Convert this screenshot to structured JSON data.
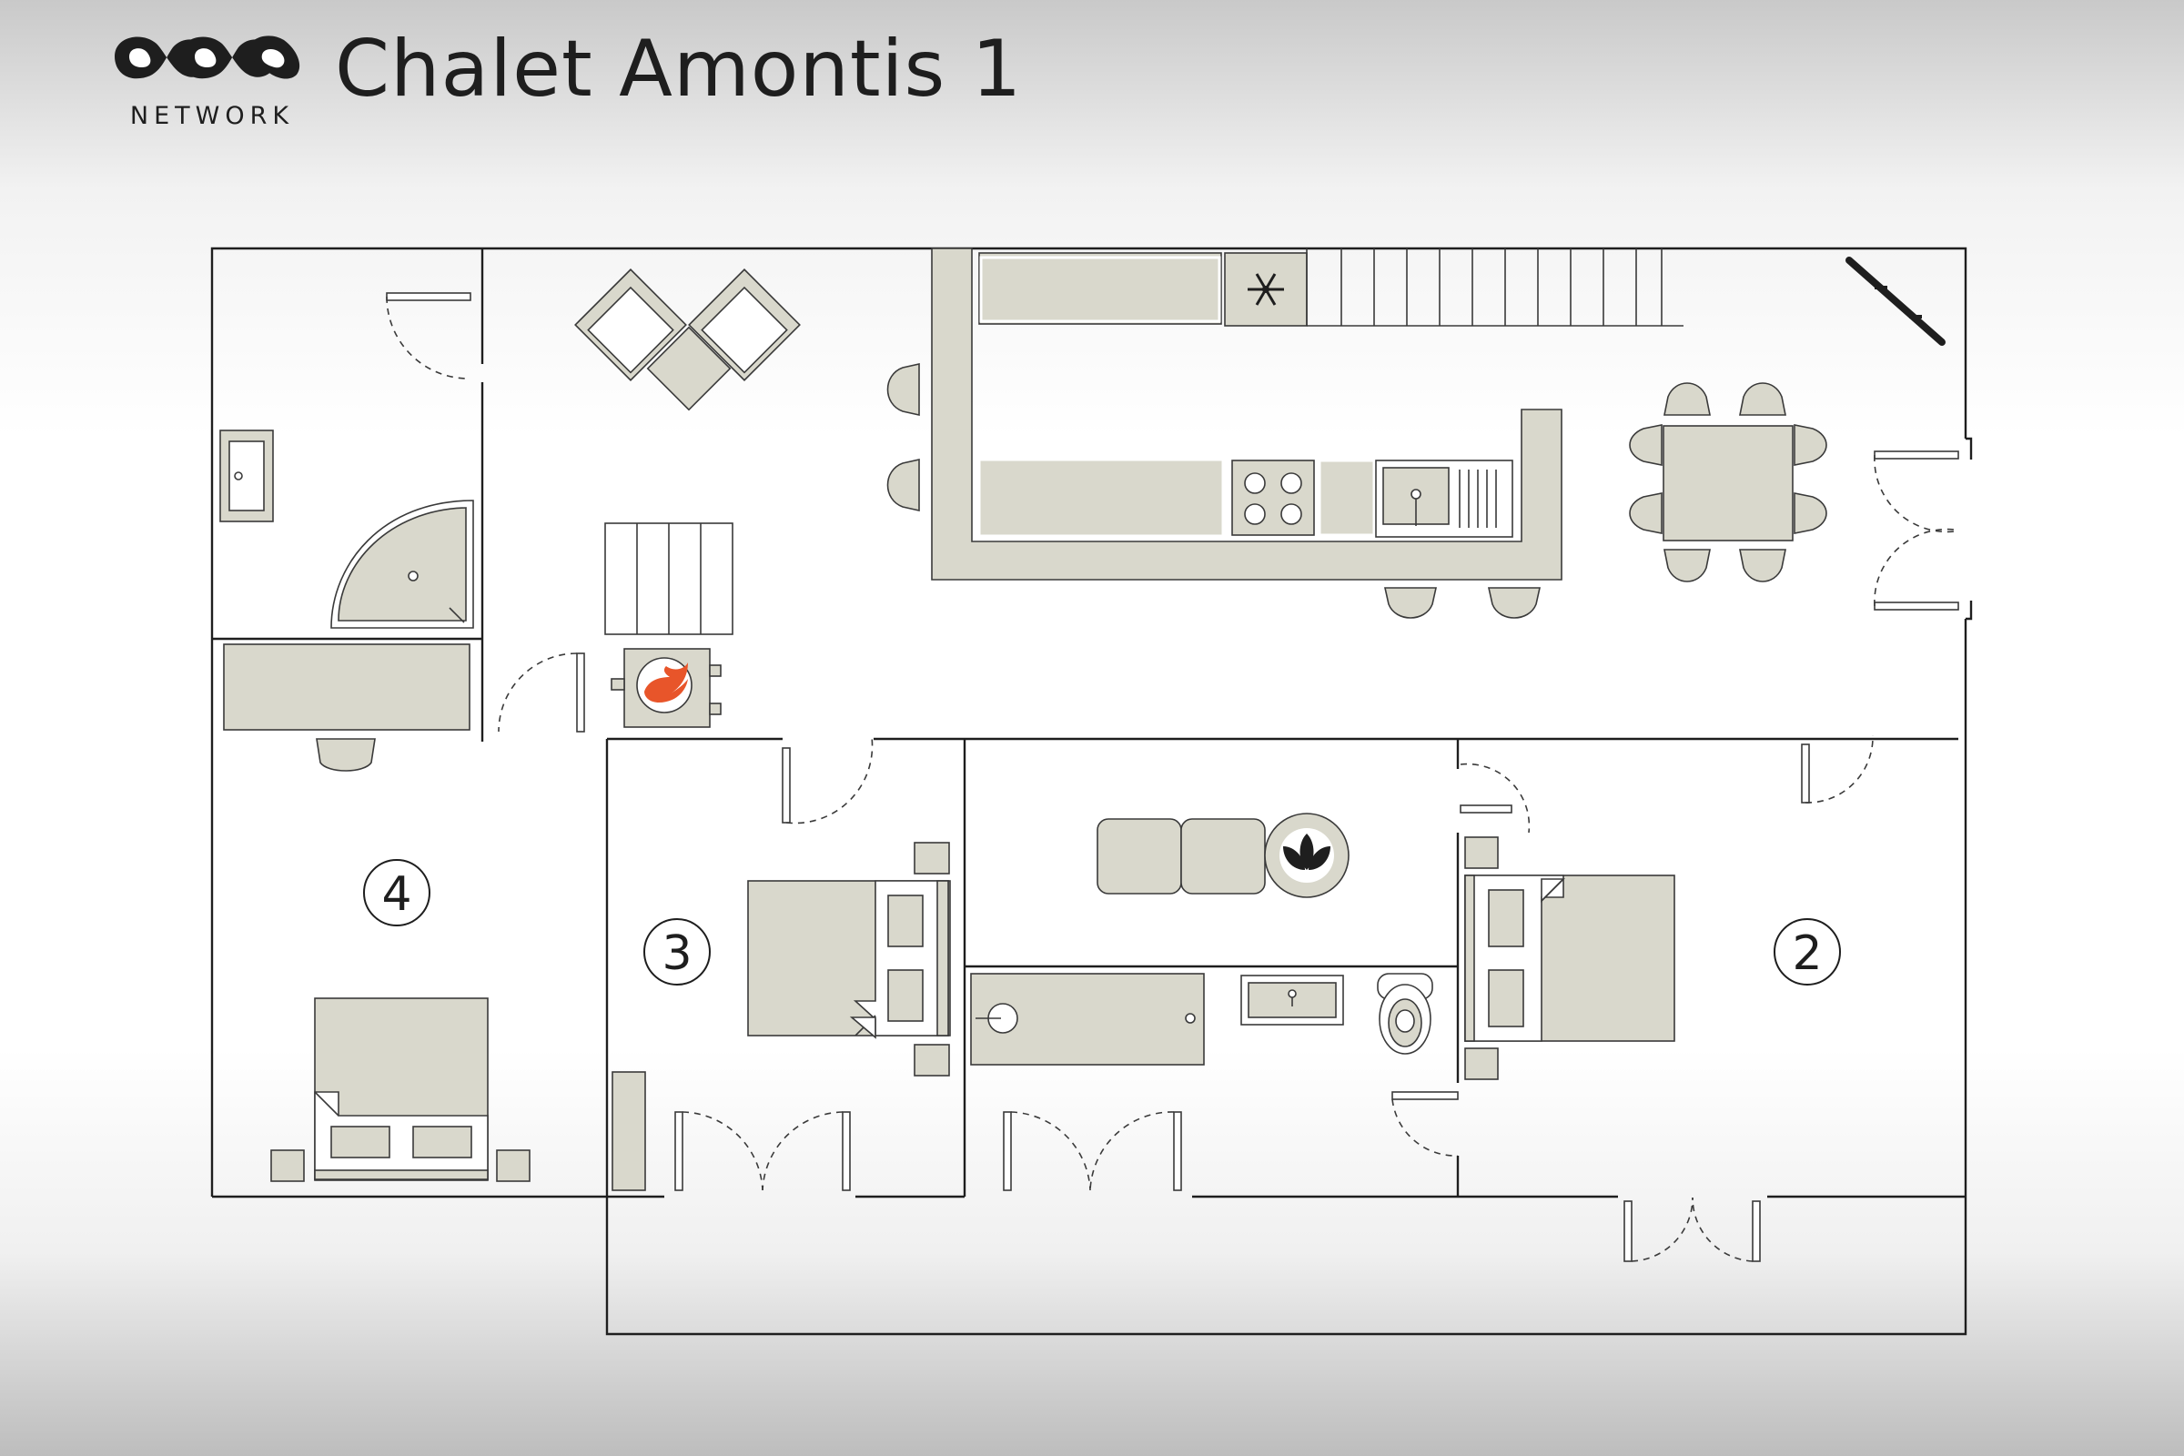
{
  "header": {
    "logo_wordmark": "NETWORK",
    "title": "Chalet Amontis 1"
  },
  "rooms": [
    {
      "number": "4"
    },
    {
      "number": "3"
    },
    {
      "number": "2"
    }
  ],
  "colors": {
    "wall": "#1e1e1e",
    "furniture_fill": "#d9d8cc",
    "fireplace_flame": "#e8552a"
  },
  "icons": [
    "snowflake-icon",
    "fire-icon",
    "lotus-icon"
  ]
}
